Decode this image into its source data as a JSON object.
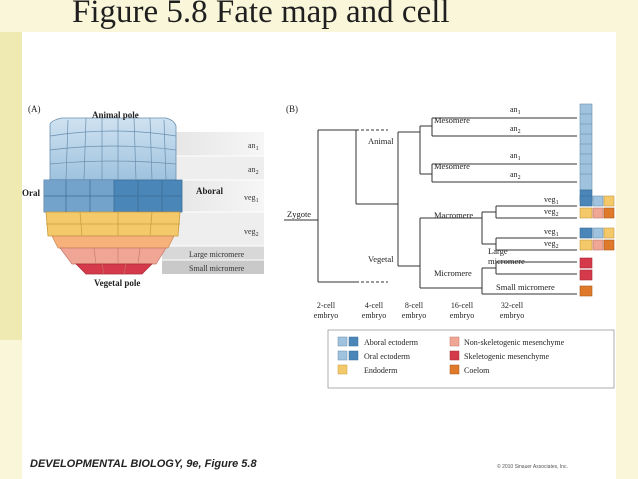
{
  "title": "Figure 5.8  Fate map and cell",
  "footer_left": "DEVELOPMENTAL BIOLOGY, 9e, Figure 5.8",
  "footer_right": "© 2010 Sinauer Associates, Inc.",
  "colors": {
    "aboral_ectoderm": "#4a86b8",
    "oral_ectoderm": "#9fc3de",
    "endoderm": "#f4c96a",
    "non_skeletogenic_mesenchyme": "#f0a694",
    "skeletogenic_mesenchyme": "#d43a4a",
    "coelom": "#df7a2a"
  },
  "panel_a": {
    "label": "(A)",
    "animal_pole": "Animal pole",
    "vegetal_pole": "Vegetal pole",
    "oral": "Oral",
    "aboral": "Aboral",
    "tiers": [
      {
        "label": "an",
        "sub": "1"
      },
      {
        "label": "an",
        "sub": "2"
      },
      {
        "label": "veg",
        "sub": "1"
      },
      {
        "label": "veg",
        "sub": "2"
      }
    ],
    "large_micromere": "Large micromere",
    "small_micromere": "Small micromere"
  },
  "panel_b": {
    "label": "(B)",
    "zygote": "Zygote",
    "animal": "Animal",
    "vegetal": "Vegetal",
    "mesomere": "Mesomere",
    "macromere": "Macromere",
    "micromere": "Micromere",
    "large_micromere_1": "Large",
    "large_micromere_2": "micromere",
    "small_micromere": "Small micromere",
    "leaves": [
      {
        "label": "an",
        "sub": "1"
      },
      {
        "label": "an",
        "sub": "2"
      },
      {
        "label": "an",
        "sub": "1"
      },
      {
        "label": "an",
        "sub": "2"
      },
      {
        "label": "veg",
        "sub": "1"
      },
      {
        "label": "veg",
        "sub": "2"
      },
      {
        "label": "veg",
        "sub": "1"
      },
      {
        "label": "veg",
        "sub": "2"
      }
    ],
    "stages": [
      {
        "l1": "2-cell",
        "l2": "embryo"
      },
      {
        "l1": "4-cell",
        "l2": "embryo"
      },
      {
        "l1": "8-cell",
        "l2": "embryo"
      },
      {
        "l1": "16-cell",
        "l2": "embryo"
      },
      {
        "l1": "32-cell",
        "l2": "embryo"
      }
    ]
  },
  "legend": [
    {
      "label": "Aboral ectoderm"
    },
    {
      "label": "Oral ectoderm"
    },
    {
      "label": "Endoderm"
    },
    {
      "label": "Non-skeletogenic mesenchyme"
    },
    {
      "label": "Skeletogenic mesenchyme"
    },
    {
      "label": "Coelom"
    }
  ]
}
